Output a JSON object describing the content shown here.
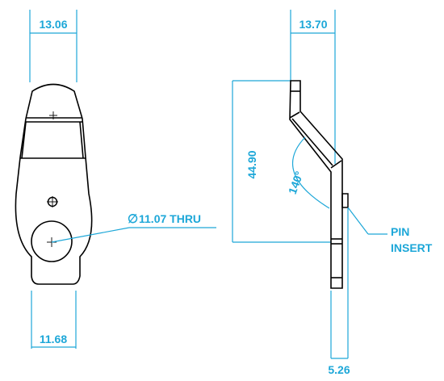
{
  "dimensions": {
    "front_top_width": "13.06",
    "front_bottom_width": "11.68",
    "hole": "11.07 THRU",
    "side_top_width": "13.70",
    "side_height": "44.90",
    "bend_angle": "140°",
    "side_bottom_width": "5.26"
  },
  "symbols": {
    "diameter": "∅"
  },
  "callouts": {
    "pin_insert_line1": "PIN",
    "pin_insert_line2": "INSERT"
  },
  "colors": {
    "dimension": "#1da7d8",
    "part_outline": "#000000",
    "background": "#ffffff"
  }
}
